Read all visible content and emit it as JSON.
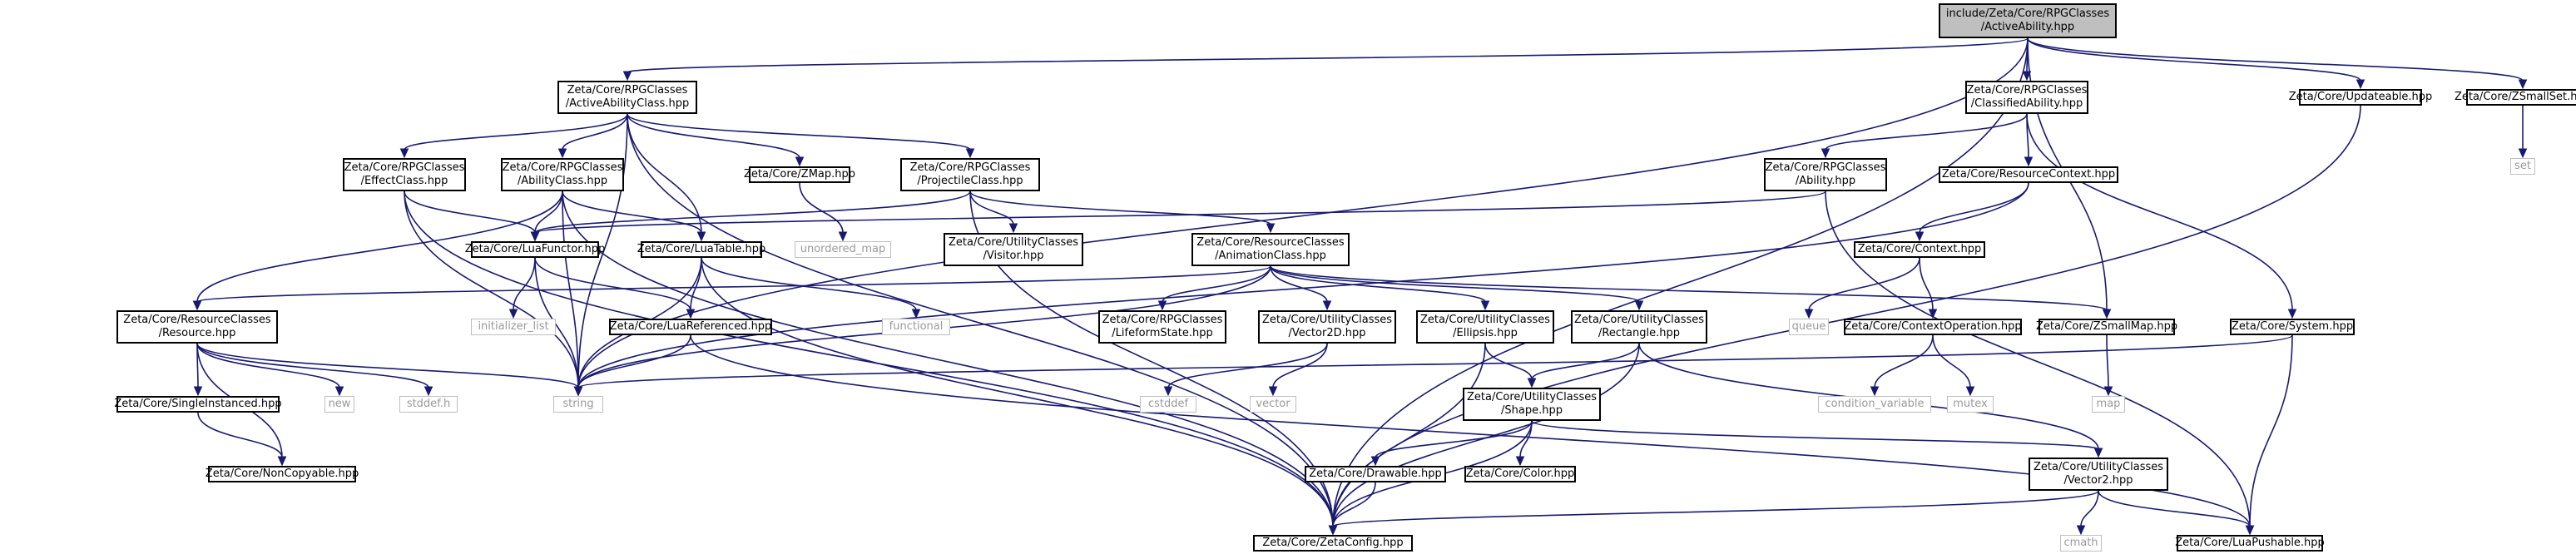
{
  "nodes": {
    "activeability": [
      "include/Zeta/Core/RPGClasses",
      "/ActiveAbility.hpp"
    ],
    "activeabilityclass": [
      "Zeta/Core/RPGClasses",
      "/ActiveAbilityClass.hpp"
    ],
    "classifiedability": [
      "Zeta/Core/RPGClasses",
      "/ClassifiedAbility.hpp"
    ],
    "updateable": [
      "Zeta/Core/Updateable.hpp"
    ],
    "zsmallset": [
      "Zeta/Core/ZSmallSet.hpp"
    ],
    "set": [
      "set"
    ],
    "effectclass": [
      "Zeta/Core/RPGClasses",
      "/EffectClass.hpp"
    ],
    "abilityclass": [
      "Zeta/Core/RPGClasses",
      "/AbilityClass.hpp"
    ],
    "zmap": [
      "Zeta/Core/ZMap.hpp"
    ],
    "projectileclass": [
      "Zeta/Core/RPGClasses",
      "/ProjectileClass.hpp"
    ],
    "ability": [
      "Zeta/Core/RPGClasses",
      "/Ability.hpp"
    ],
    "resourcecontext": [
      "Zeta/Core/ResourceContext.hpp"
    ],
    "luafunctor": [
      "Zeta/Core/LuaFunctor.hpp"
    ],
    "luatable": [
      "Zeta/Core/LuaTable.hpp"
    ],
    "unordered_map": [
      "unordered_map"
    ],
    "visitor": [
      "Zeta/Core/UtilityClasses",
      "/Visitor.hpp"
    ],
    "animationclass": [
      "Zeta/Core/ResourceClasses",
      "/AnimationClass.hpp"
    ],
    "context": [
      "Zeta/Core/Context.hpp"
    ],
    "resource": [
      "Zeta/Core/ResourceClasses",
      "/Resource.hpp"
    ],
    "initializer_list": [
      "initializer_list"
    ],
    "luareferenced": [
      "Zeta/Core/LuaReferenced.hpp"
    ],
    "functional": [
      "functional"
    ],
    "lifeformstate": [
      "Zeta/Core/RPGClasses",
      "/LifeformState.hpp"
    ],
    "vector2d": [
      "Zeta/Core/UtilityClasses",
      "/Vector2D.hpp"
    ],
    "ellipsis": [
      "Zeta/Core/UtilityClasses",
      "/Ellipsis.hpp"
    ],
    "rectangle": [
      "Zeta/Core/UtilityClasses",
      "/Rectangle.hpp"
    ],
    "queue": [
      "queue"
    ],
    "contextoperation": [
      "Zeta/Core/ContextOperation.hpp"
    ],
    "zsmallmap": [
      "Zeta/Core/ZSmallMap.hpp"
    ],
    "system": [
      "Zeta/Core/System.hpp"
    ],
    "singleinstanced": [
      "Zeta/Core/SingleInstanced.hpp"
    ],
    "new": [
      "new"
    ],
    "stddef": [
      "stddef.h"
    ],
    "string": [
      "string"
    ],
    "cstddef": [
      "cstddef"
    ],
    "vector": [
      "vector"
    ],
    "shape": [
      "Zeta/Core/UtilityClasses",
      "/Shape.hpp"
    ],
    "condition_variable": [
      "condition_variable"
    ],
    "mutex": [
      "mutex"
    ],
    "map": [
      "map"
    ],
    "noncopyable": [
      "Zeta/Core/NonCopyable.hpp"
    ],
    "drawable": [
      "Zeta/Core/Drawable.hpp"
    ],
    "color": [
      "Zeta/Core/Color.hpp"
    ],
    "vector2": [
      "Zeta/Core/UtilityClasses",
      "/Vector2.hpp"
    ],
    "zetaconfig": [
      "Zeta/Core/ZetaConfig.hpp"
    ],
    "cmath": [
      "cmath"
    ],
    "luapushable": [
      "Zeta/Core/LuaPushable.hpp"
    ]
  },
  "external_nodes": [
    "set",
    "unordered_map",
    "initializer_list",
    "functional",
    "queue",
    "new",
    "stddef",
    "string",
    "cstddef",
    "vector",
    "condition_variable",
    "mutex",
    "map",
    "cmath"
  ],
  "root_node": "activeability",
  "edges": [
    [
      "activeability",
      "activeabilityclass"
    ],
    [
      "activeability",
      "classifiedability"
    ],
    [
      "activeability",
      "updateable"
    ],
    [
      "activeability",
      "zsmallset"
    ],
    [
      "activeability",
      "string"
    ],
    [
      "activeability",
      "zetaconfig"
    ],
    [
      "activeability",
      "zsmallmap"
    ],
    [
      "activeabilityclass",
      "effectclass"
    ],
    [
      "activeabilityclass",
      "abilityclass"
    ],
    [
      "activeabilityclass",
      "zmap"
    ],
    [
      "activeabilityclass",
      "projectileclass"
    ],
    [
      "activeabilityclass",
      "luatable"
    ],
    [
      "activeabilityclass",
      "string"
    ],
    [
      "activeabilityclass",
      "zetaconfig"
    ],
    [
      "classifiedability",
      "ability"
    ],
    [
      "classifiedability",
      "resourcecontext"
    ],
    [
      "classifiedability",
      "system"
    ],
    [
      "zsmallset",
      "set"
    ],
    [
      "updateable",
      "zetaconfig"
    ],
    [
      "effectclass",
      "luafunctor"
    ],
    [
      "effectclass",
      "string"
    ],
    [
      "effectclass",
      "zetaconfig"
    ],
    [
      "abilityclass",
      "luafunctor"
    ],
    [
      "abilityclass",
      "luatable"
    ],
    [
      "abilityclass",
      "resource"
    ],
    [
      "abilityclass",
      "string"
    ],
    [
      "abilityclass",
      "zetaconfig"
    ],
    [
      "zmap",
      "unordered_map"
    ],
    [
      "projectileclass",
      "luafunctor"
    ],
    [
      "projectileclass",
      "visitor"
    ],
    [
      "projectileclass",
      "animationclass"
    ],
    [
      "projectileclass",
      "zetaconfig"
    ],
    [
      "ability",
      "luafunctor"
    ],
    [
      "ability",
      "luapushable"
    ],
    [
      "resourcecontext",
      "context"
    ],
    [
      "resourcecontext",
      "string"
    ],
    [
      "luafunctor",
      "initializer_list"
    ],
    [
      "luafunctor",
      "luareferenced"
    ],
    [
      "luafunctor",
      "string"
    ],
    [
      "luatable",
      "luareferenced"
    ],
    [
      "luatable",
      "functional"
    ],
    [
      "luatable",
      "string"
    ],
    [
      "luatable",
      "zetaconfig"
    ],
    [
      "animationclass",
      "resource"
    ],
    [
      "animationclass",
      "lifeformstate"
    ],
    [
      "animationclass",
      "vector2d"
    ],
    [
      "animationclass",
      "ellipsis"
    ],
    [
      "animationclass",
      "rectangle"
    ],
    [
      "animationclass",
      "zsmallmap"
    ],
    [
      "animationclass",
      "string"
    ],
    [
      "context",
      "queue"
    ],
    [
      "context",
      "contextoperation"
    ],
    [
      "contextoperation",
      "condition_variable"
    ],
    [
      "contextoperation",
      "mutex"
    ],
    [
      "zsmallmap",
      "map"
    ],
    [
      "system",
      "string"
    ],
    [
      "system",
      "luapushable"
    ],
    [
      "resource",
      "singleinstanced"
    ],
    [
      "resource",
      "new"
    ],
    [
      "resource",
      "stddef"
    ],
    [
      "resource",
      "string"
    ],
    [
      "resource",
      "noncopyable"
    ],
    [
      "singleinstanced",
      "noncopyable"
    ],
    [
      "luareferenced",
      "string"
    ],
    [
      "luareferenced",
      "luapushable"
    ],
    [
      "vector2d",
      "cstddef"
    ],
    [
      "vector2d",
      "vector"
    ],
    [
      "ellipsis",
      "shape"
    ],
    [
      "ellipsis",
      "zetaconfig"
    ],
    [
      "rectangle",
      "shape"
    ],
    [
      "rectangle",
      "vector2"
    ],
    [
      "rectangle",
      "zetaconfig"
    ],
    [
      "shape",
      "drawable"
    ],
    [
      "shape",
      "color"
    ],
    [
      "shape",
      "vector2"
    ],
    [
      "shape",
      "zetaconfig"
    ],
    [
      "drawable",
      "zetaconfig"
    ],
    [
      "vector2",
      "cmath"
    ],
    [
      "vector2",
      "luapushable"
    ],
    [
      "vector2",
      "zetaconfig"
    ]
  ]
}
